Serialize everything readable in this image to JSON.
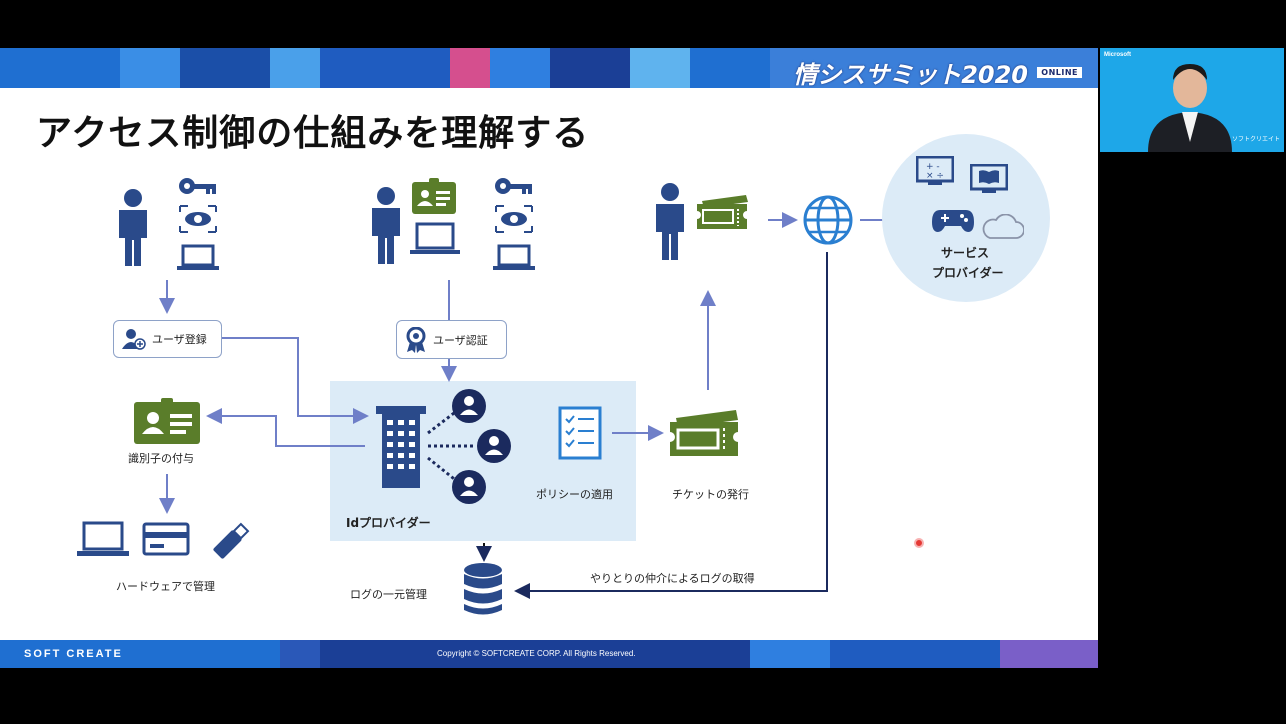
{
  "slide": {
    "event_logo": "情シスサミット2020",
    "event_badge": "ONLINE",
    "title": "アクセス制御の仕組みを理解する",
    "brand": "SOFT CREATE",
    "copyright": "Copyright © SOFTCREATE CORP. All Rights Reserved."
  },
  "diagram": {
    "user_registration": "ユーザ登録",
    "user_authentication": "ユーザ認証",
    "identifier_assignment": "識別子の付与",
    "hardware_management": "ハードウェアで管理",
    "id_provider": "Idプロバイダー",
    "policy_application": "ポリシーの適用",
    "ticket_issuance": "チケットの発行",
    "service_provider_line1": "サービス",
    "service_provider_line2": "プロバイダー",
    "log_management": "ログの一元管理",
    "log_acquisition": "やりとりの仲介によるログの取得"
  },
  "colors": {
    "icon_blue": "#2a4a8a",
    "icon_green": "#5a7d2a",
    "arrow": "#6f7fc8",
    "panel": "#dcebf7"
  },
  "webcam": {
    "logo_left": "Microsoft",
    "logo_right": "ソフトクリエイト"
  }
}
